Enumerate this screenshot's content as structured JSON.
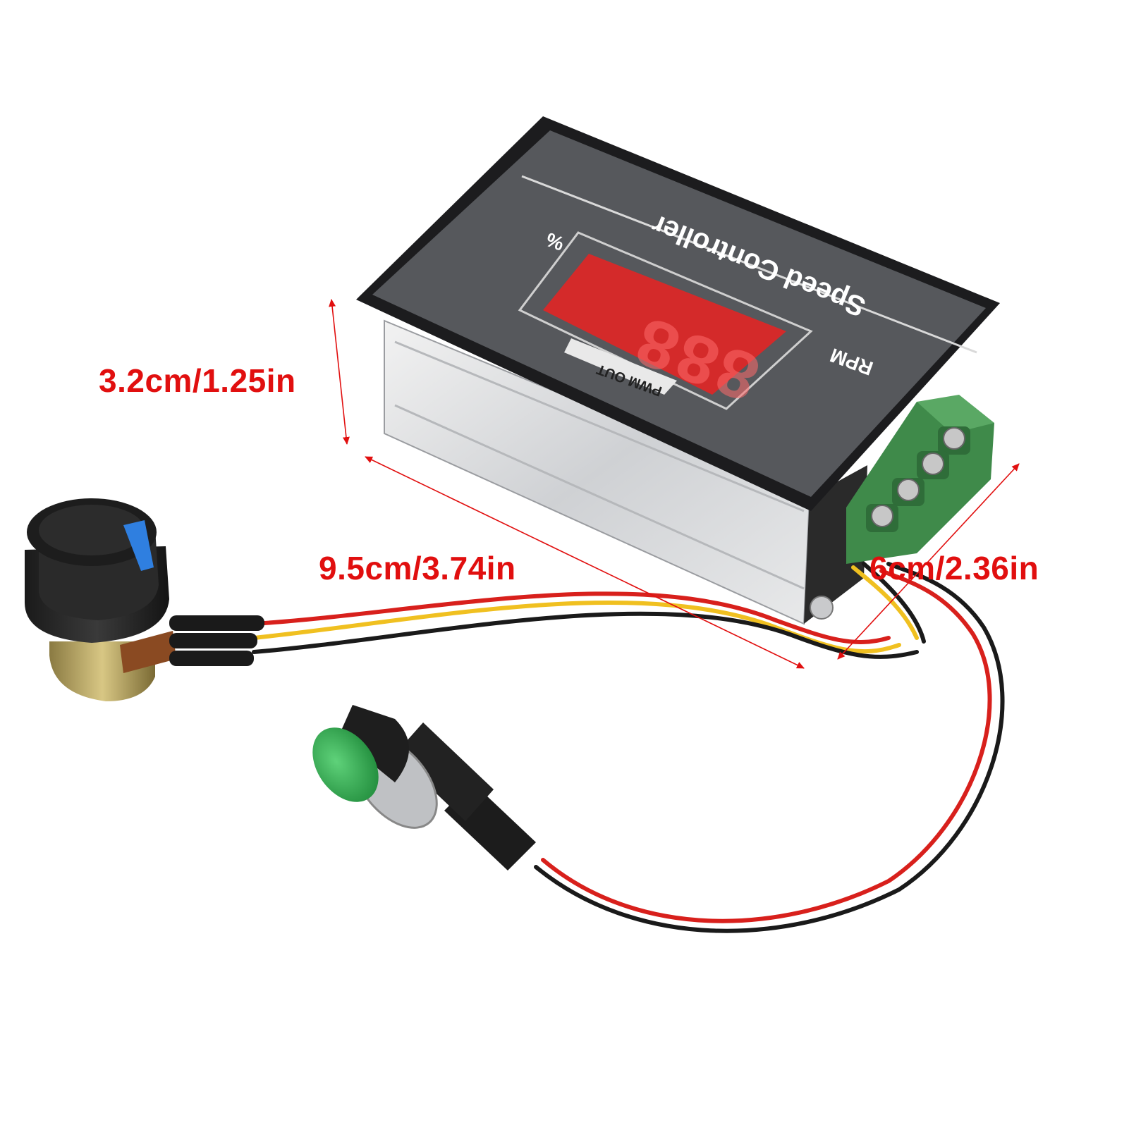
{
  "product": {
    "name": "Speed Controller",
    "display_digits": "888",
    "labels": {
      "percent": "%",
      "rpm": "RPM",
      "pwm_out": "PWM OUT"
    }
  },
  "dimensions": {
    "height": "3.2cm/1.25in",
    "length": "9.5cm/3.74in",
    "width": "6cm/2.36in"
  },
  "colors": {
    "dimension_text": "#e10f0f",
    "display_led": "#d42a2a",
    "faceplate": "#55575b",
    "terminal_block": "#3f8a4a",
    "button_cap": "#2fa84a",
    "wire_red": "#d8201c",
    "wire_yellow": "#f0c020",
    "wire_black": "#1a1a1a"
  }
}
